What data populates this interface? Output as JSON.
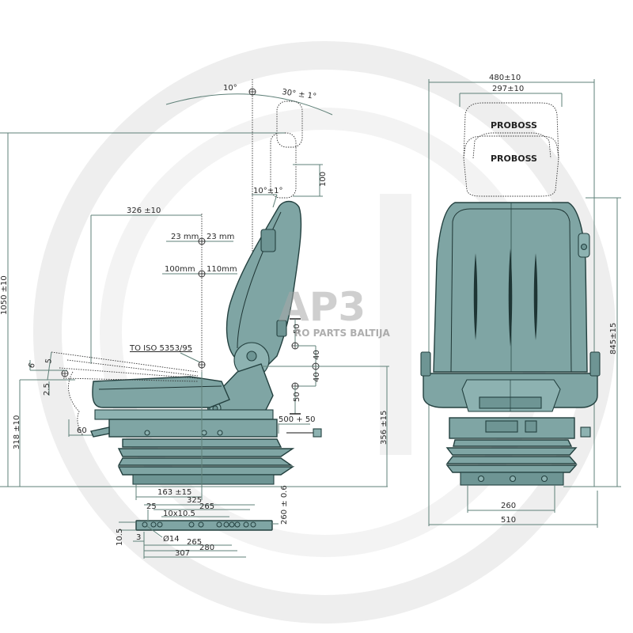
{
  "watermark": {
    "logo": "AP3",
    "subtitle": "EURO PARTS BALTIJA",
    "visible_subtitle": "RO PARTS BALTIJA"
  },
  "colors": {
    "seat_fill": "#7fa5a4",
    "seat_outline": "#23403f",
    "dimension_line": "#5f8078",
    "watermark_ring": "#ececec",
    "background": "#ffffff"
  },
  "side_view": {
    "headrest_angle_left": "10°",
    "headrest_angle_right": "30° ± 1°",
    "headrest_height": "100",
    "backrest_tilt": "10°±1°",
    "overall_height": "1050 ±10",
    "seat_depth": "326 ±10",
    "lumbar_top_left": "23 mm",
    "lumbar_top_right": "23 mm",
    "lumbar_mid_left": "100mm",
    "lumbar_mid_right": "110mm",
    "standard_ref": "TO ISO 5353/95",
    "cushion_tilt_6": "6",
    "cushion_tilt_5": "5",
    "cushion_tilt_25": "2.5",
    "front_offset": "60",
    "seat_height_front": "318 ±10",
    "suspension_height": "356 ±15",
    "height_adj_50_top": "50",
    "height_adj_40_top": "40",
    "height_adj_40_bottom": "40",
    "height_adj_50_bottom": "50",
    "cable_length": "500 + 50",
    "base_offset": "163 ±15"
  },
  "rail_plate": {
    "length_325": "325",
    "length_265_top": "265",
    "offset_25": "25",
    "slot": "10x10.5",
    "thickness": "10.5",
    "edge_3": "3",
    "hole_dia": "Ø14",
    "length_265_bottom": "265",
    "length_280": "280",
    "length_307": "307",
    "rail_width": "260 ± 0.6"
  },
  "front_view": {
    "headrest_outer_width": "480±10",
    "headrest_inner_width": "297±10",
    "headrest_brand_top": "PROBOSS",
    "headrest_brand_bottom": "PROBOSS",
    "backrest_height": "845±15",
    "base_mount_width": "260",
    "overall_width": "510"
  }
}
